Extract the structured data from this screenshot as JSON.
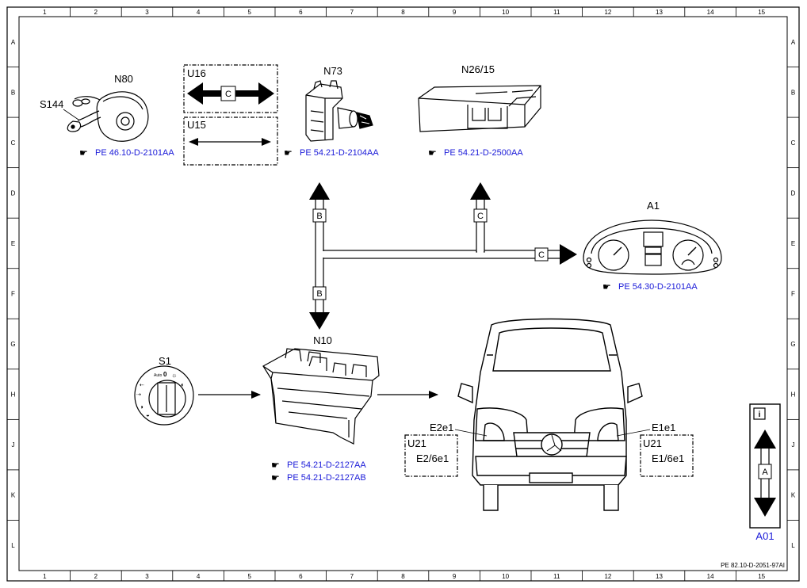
{
  "grid": {
    "columns": [
      "1",
      "2",
      "3",
      "4",
      "5",
      "6",
      "7",
      "8",
      "9",
      "10",
      "11",
      "12",
      "13",
      "14",
      "15"
    ],
    "rows": [
      "A",
      "B",
      "C",
      "D",
      "E",
      "F",
      "G",
      "H",
      "J",
      "K",
      "L"
    ]
  },
  "components": {
    "n80": {
      "label": "N80",
      "ref": "PE 46.10-D-2101AA"
    },
    "s144": {
      "label": "S144"
    },
    "u16": {
      "label": "U16",
      "connector": "C"
    },
    "u15": {
      "label": "U15"
    },
    "n73": {
      "label": "N73",
      "ref": "PE 54.21-D-2104AA"
    },
    "n26": {
      "label": "N26/15",
      "ref": "PE 54.21-D-2500AA"
    },
    "a1": {
      "label": "A1",
      "ref": "PE 54.30-D-2101AA"
    },
    "n10": {
      "label": "N10",
      "ref1": "PE 54.21-D-2127AA",
      "ref2": "PE 54.21-D-2127AB"
    },
    "s1": {
      "label": "S1",
      "auto_text": "Auto",
      "zero_text": "0"
    },
    "e2e1": {
      "label": "E2e1",
      "u21": "U21",
      "sub": "E2/6e1"
    },
    "e1e1": {
      "label": "E1e1",
      "u21": "U21",
      "sub": "E1/6e1"
    }
  },
  "bus": {
    "b_label": "B",
    "c_label": "C"
  },
  "legend": {
    "info_icon": "i",
    "box_letter": "A",
    "code": "A01"
  },
  "document_id": "PE 82.10-D-2051-97AI",
  "colors": {
    "reference_link": "#1a1ad8",
    "line": "#000000"
  }
}
